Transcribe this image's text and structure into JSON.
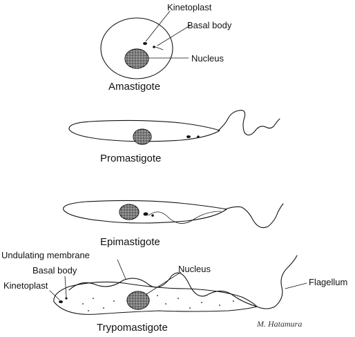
{
  "figure": {
    "forms": [
      {
        "name": "Amastigote"
      },
      {
        "name": "Promastigote"
      },
      {
        "name": "Epimastigote"
      },
      {
        "name": "Trypomastigote"
      }
    ],
    "labels": {
      "kinetoplast": "Kinetoplast",
      "basal_body": "Basal body",
      "nucleus": "Nucleus",
      "undulating_membrane": "Undulating membrane",
      "flagellum": "Flagellum"
    },
    "signature": "M. Hatamura",
    "ink_color": "#111111",
    "nucleus_fill": "#5a5a5a"
  }
}
